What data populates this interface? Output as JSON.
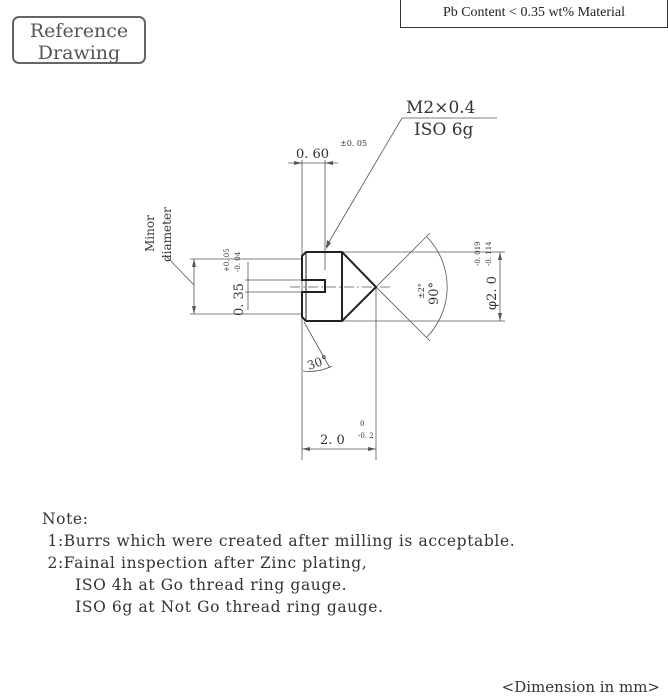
{
  "stamp": {
    "line1": "Reference",
    "line2": "Drawing"
  },
  "material": "Pb Content < 0.35 wt% Material",
  "drawing": {
    "thread_spec": "M2×0.4",
    "thread_tolerance": "ISO 6g",
    "slot_width": "0. 60",
    "slot_width_tol": "±0. 05",
    "minor_label_1": "Minor",
    "minor_label_2": "diameter",
    "slot_depth": "0. 35",
    "slot_depth_tol_upper": "+0. 05",
    "slot_depth_tol_lower": "-0. 04",
    "cone_angle": "90°",
    "cone_angle_tol": "±2°",
    "diameter": "φ2. 0",
    "diameter_tol_upper": "-0. 019",
    "diameter_tol_lower": "-0. 114",
    "chamfer_angle": "30°",
    "length": "2. 0",
    "length_tol_upper": "0",
    "length_tol_lower": "-0. 2"
  },
  "notes": {
    "title": "Note:",
    "items": [
      " 1:Burrs which were created after milling is acceptable.",
      " 2:Fainal inspection after Zinc plating,",
      "      ISO 4h at Go thread ring gauge.",
      "      ISO 6g at Not Go thread ring gauge."
    ]
  },
  "units": "<Dimension in mm>"
}
